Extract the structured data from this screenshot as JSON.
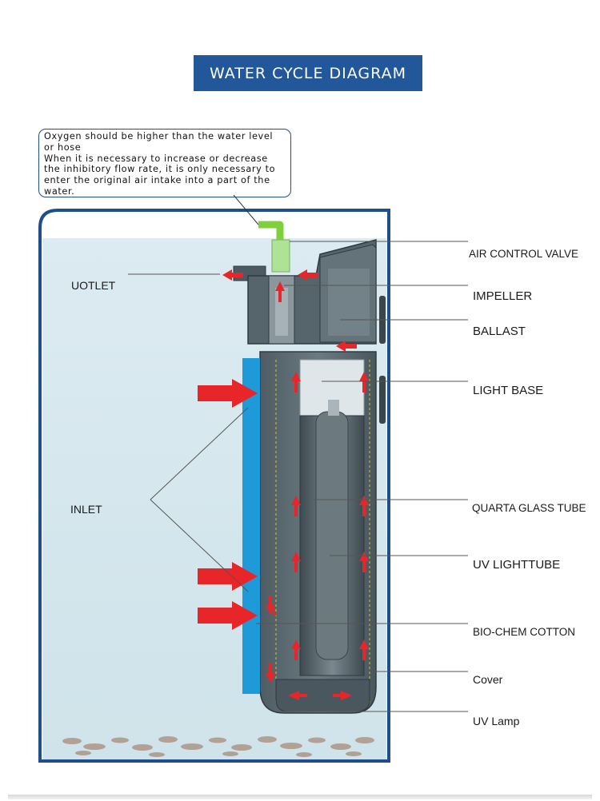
{
  "title": "WATER CYCLE DIAGRAM",
  "note_lines": [
    "Oxygen should be higher than the water level",
    "or hose",
    "When it is necessary to increase or decrease",
    "the inhibitory flow rate, it is only necessary to",
    "enter the original air intake into a part of the",
    "water."
  ],
  "labels": {
    "outlet": "UOTLET",
    "inlet": "INLET",
    "air_control_valve": "AIR CONTROL VALVE",
    "impeller": "IMPELLER",
    "ballast": "BALLAST",
    "light_base": "LIGHT BASE",
    "quarta_glass_tube": "QUARTA GLASS TUBE",
    "uv_lighttube": "UV LIGHTTUBE",
    "bio_chem_cotton": "BIO-CHEM COTTON",
    "cover": "Cover",
    "uv_lamp": "UV Lamp"
  },
  "colors": {
    "title_bg": "#22579a",
    "tank_border": "#1f4f8a",
    "water": "#d6e8ef",
    "filter_body": "#5d6b72",
    "inlet_strip": "#1f9ad8",
    "arrow_red": "#e8262a",
    "air_hose": "#7fd13b"
  }
}
